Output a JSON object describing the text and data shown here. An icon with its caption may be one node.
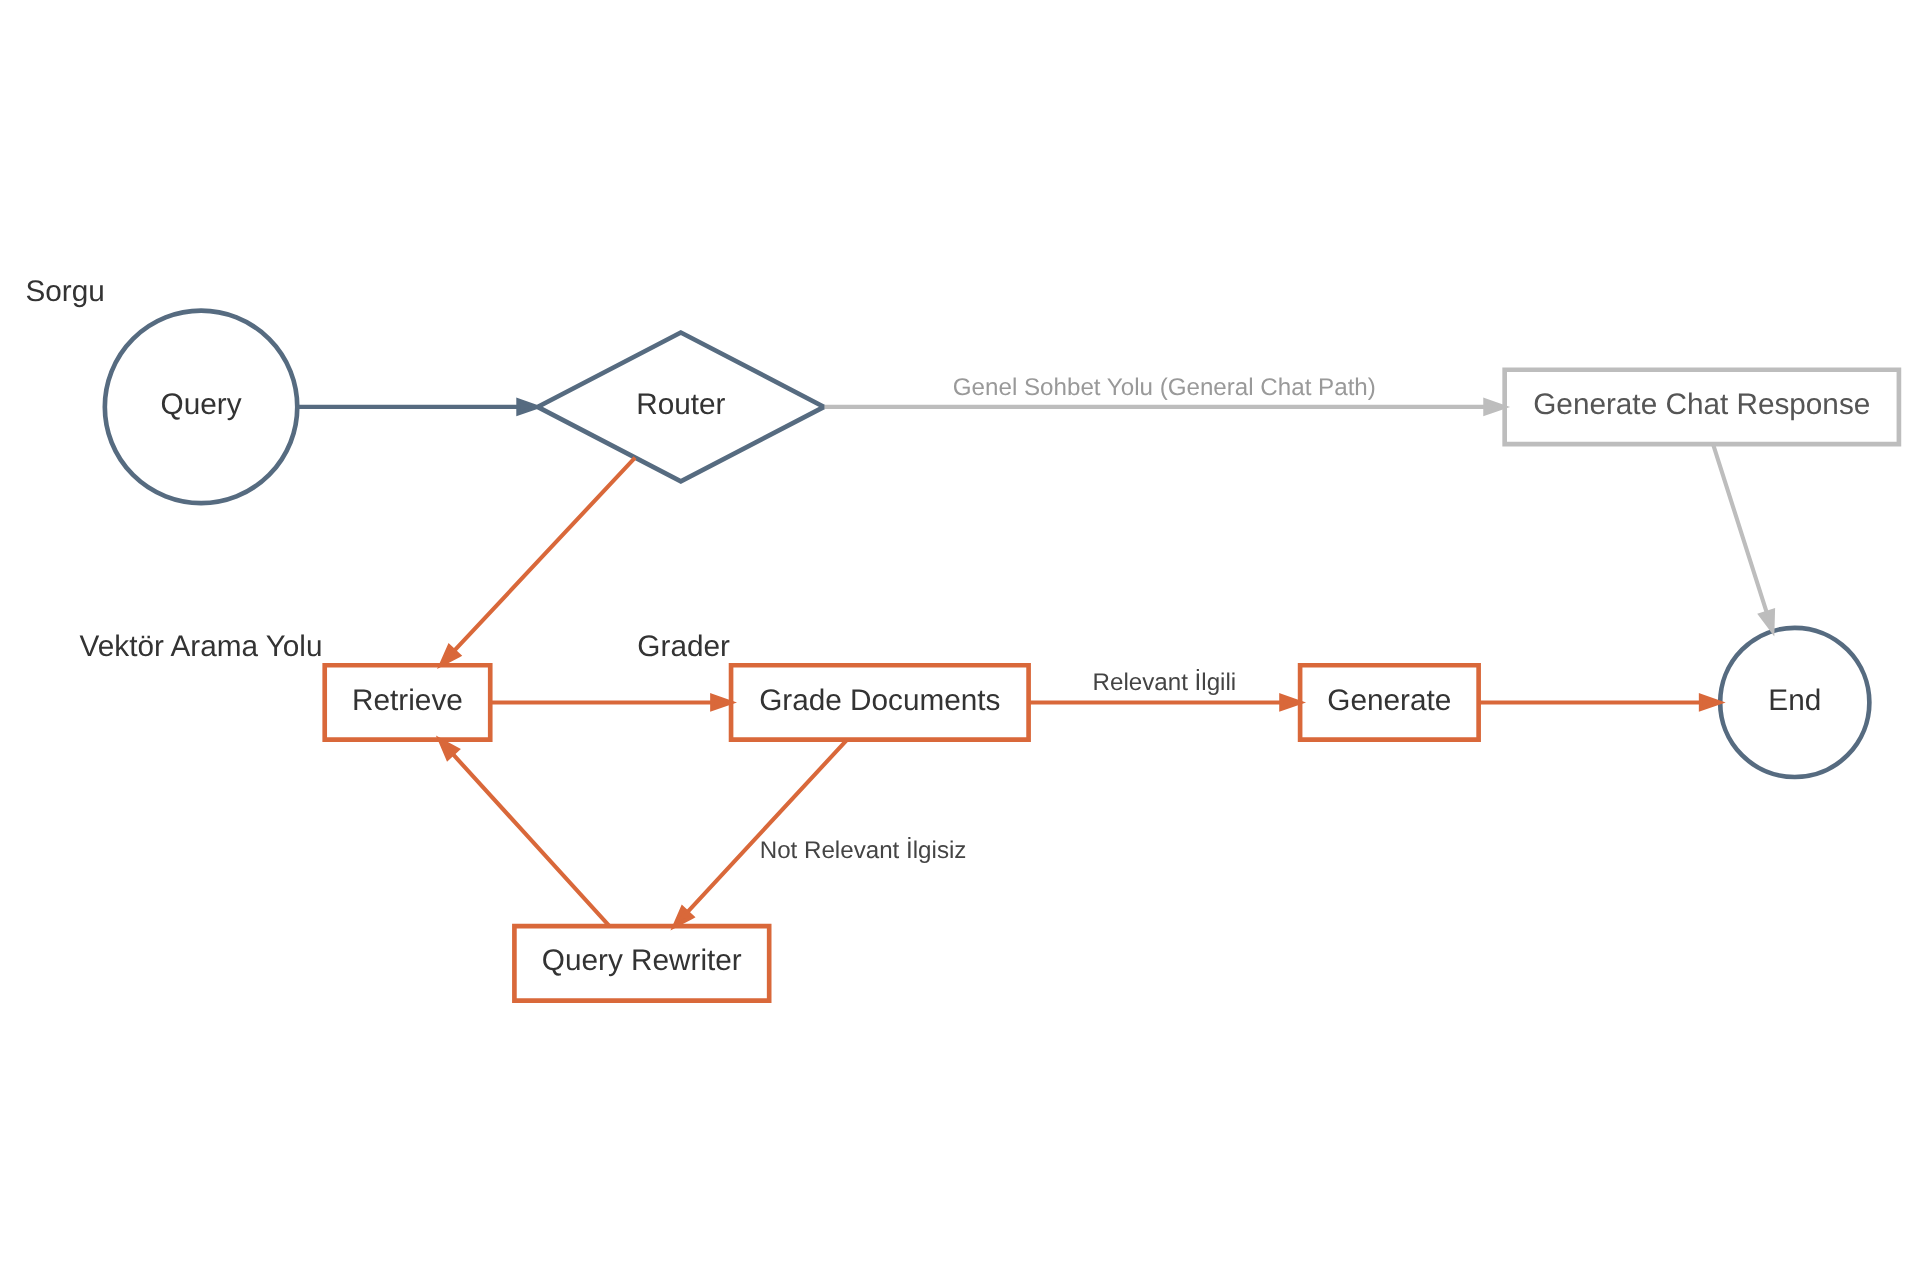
{
  "diagram": {
    "nodes": [
      {
        "text": [
          "Query"
        ],
        "beside": [
          "Sorgu"
        ]
      },
      {
        "text": [
          "Router"
        ]
      },
      {
        "text": [
          "Generate Chat Response"
        ]
      },
      {
        "text": [
          "End"
        ]
      },
      {
        "text": [
          "Retrieve"
        ],
        "beside": [
          "Vektör Arama Yolu"
        ]
      },
      {
        "text": [
          "Grade Documents"
        ],
        "beside": [
          "Grader"
        ]
      },
      {
        "text": [
          "Generate"
        ]
      },
      {
        "text": [
          "Query Rewriter"
        ]
      }
    ],
    "edges": [
      {
        "from": 0,
        "to": 1,
        "arrow": "to",
        "color": "#566b80"
      },
      {
        "from": 1,
        "to": 2,
        "arrow": "to",
        "label": "Genel Sohbet Yolu (General Chat Path)",
        "color": "#bdbdbd"
      },
      {
        "from": 2,
        "to": 3,
        "arrow": "to",
        "color": "#bdbdbd"
      },
      {
        "from": 1,
        "to": 4,
        "arrow": "to"
      },
      {
        "from": 4,
        "to": 5,
        "arrow": "to"
      },
      {
        "from": 5,
        "to": 6,
        "arrow": "to",
        "label": "Relevant İlgili"
      },
      {
        "from": 6,
        "to": 3,
        "arrow": "to"
      },
      {
        "from": 5,
        "to": 7,
        "arrow": "to",
        "label": "Not Relevant İlgisiz"
      },
      {
        "from": 7,
        "to": 4,
        "arrow": "to"
      }
    ]
  }
}
